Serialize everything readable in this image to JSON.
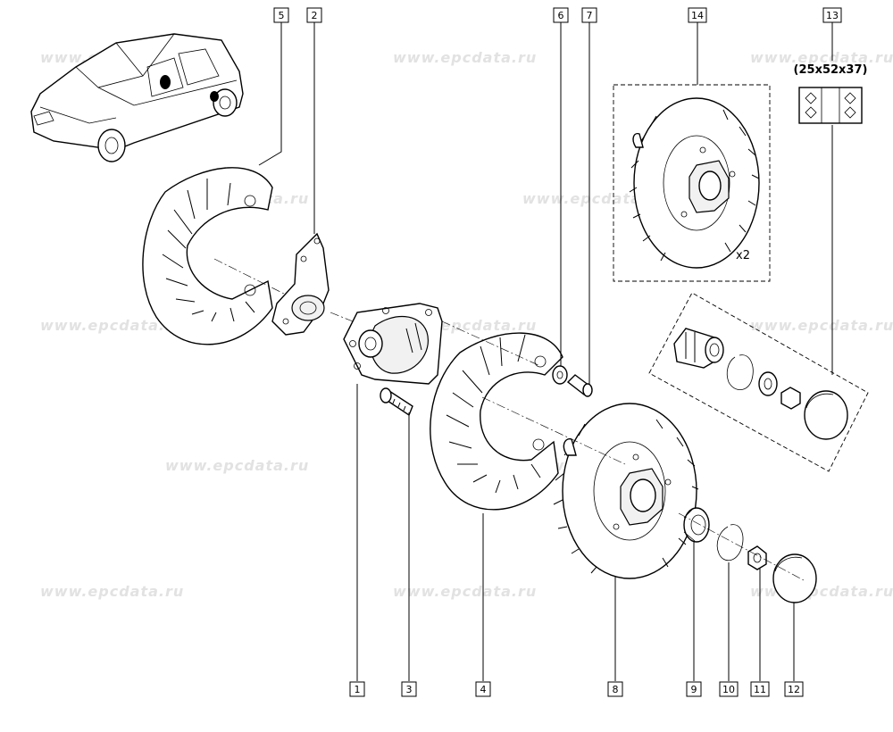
{
  "watermark": "www.epcdata.ru",
  "callouts": [
    "1",
    "2",
    "3",
    "4",
    "5",
    "6",
    "7",
    "8",
    "9",
    "10",
    "11",
    "12",
    "13",
    "14"
  ],
  "group_14_quantity": "x2",
  "kit_13_dimensions": "(25x52x37)"
}
